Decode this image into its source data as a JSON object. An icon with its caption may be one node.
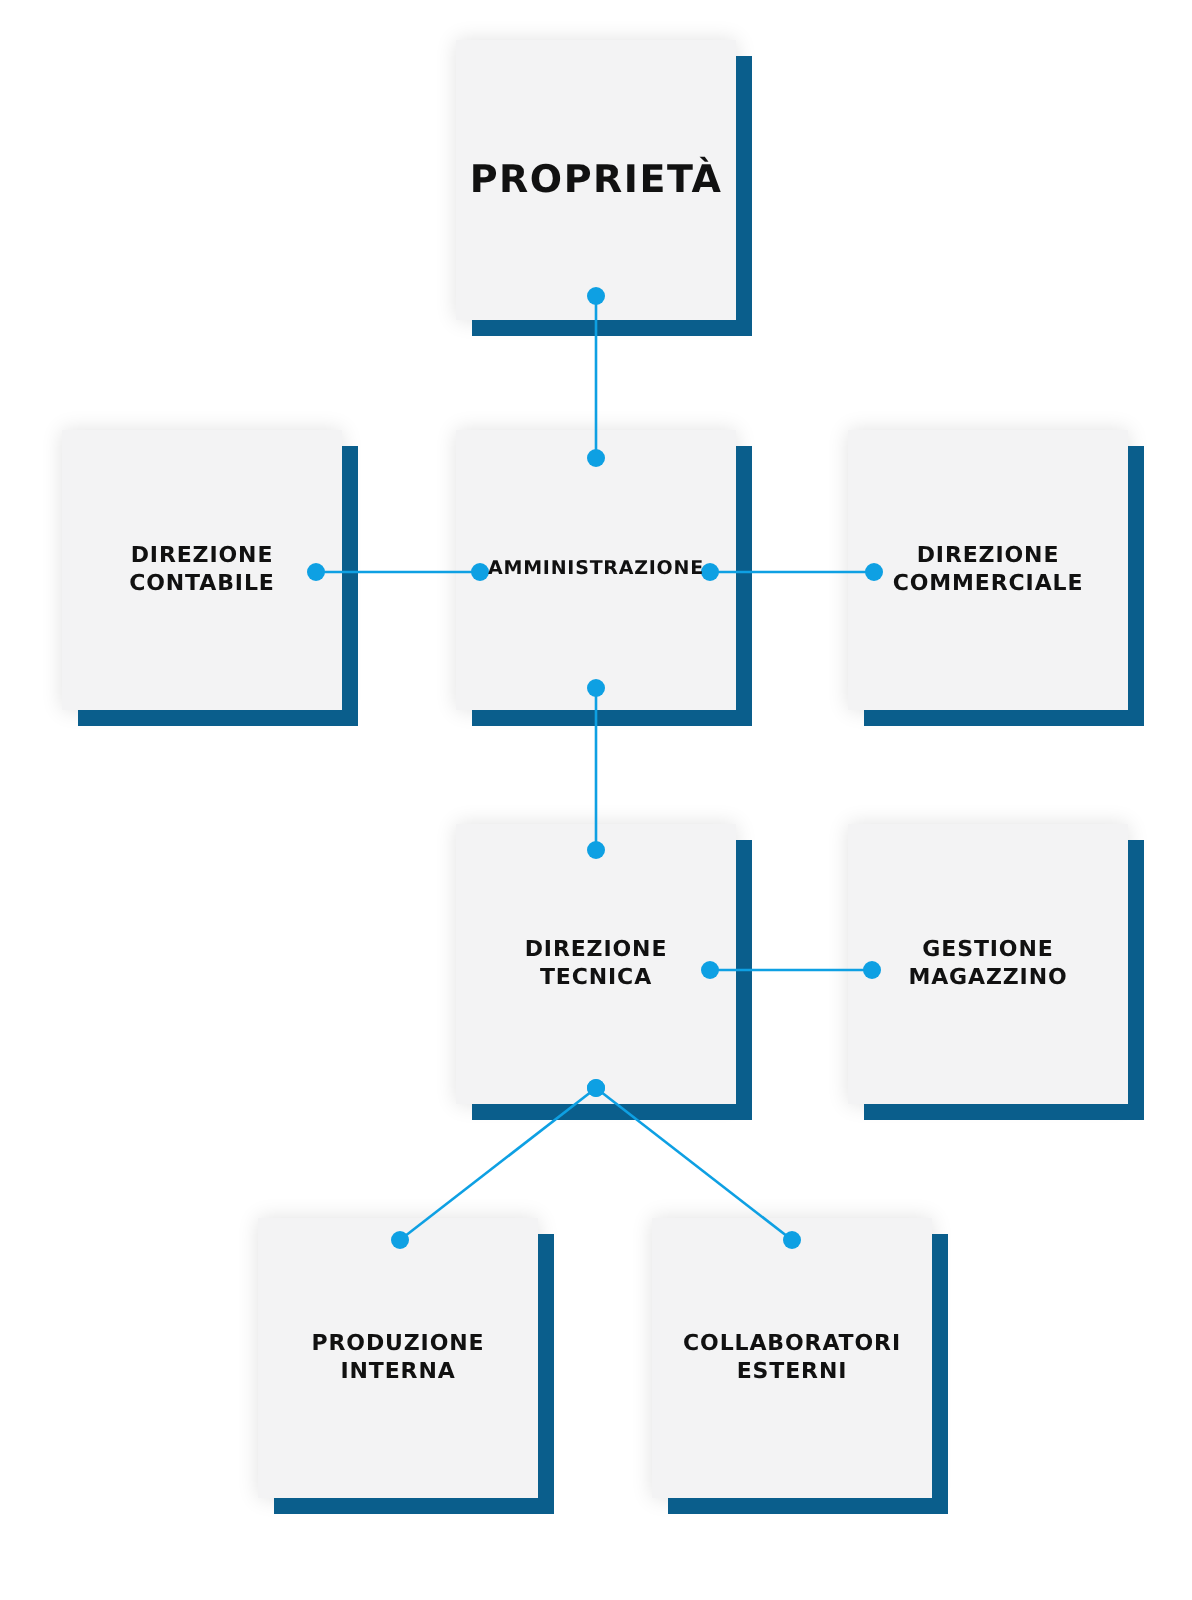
{
  "diagram": {
    "nodes": [
      {
        "text": [
          "PROPRIETÀ"
        ]
      },
      {
        "text": [
          "DIREZIONE CONTABILE"
        ]
      },
      {
        "text": [
          "AMMINISTRAZIONE"
        ]
      },
      {
        "text": [
          "DIREZIONE COMMERCIALE"
        ]
      },
      {
        "text": [
          "DIREZIONE TECNICA"
        ]
      },
      {
        "text": [
          "GESTIONE MAGAZZINO"
        ]
      },
      {
        "text": [
          "PRODUZIONE INTERNA"
        ]
      },
      {
        "text": [
          "COLLABORATORI ESTERNI"
        ]
      }
    ],
    "edges": [
      {
        "from": 0,
        "to": 2,
        "arrow": "other"
      },
      {
        "from": 2,
        "to": 1,
        "arrow": "other"
      },
      {
        "from": 2,
        "to": 3,
        "arrow": "other"
      },
      {
        "from": 2,
        "to": 4,
        "arrow": "other"
      },
      {
        "from": 4,
        "to": 5,
        "arrow": "other"
      },
      {
        "from": 4,
        "to": 6,
        "arrow": "other"
      },
      {
        "from": 4,
        "to": 7,
        "arrow": "other"
      }
    ]
  }
}
